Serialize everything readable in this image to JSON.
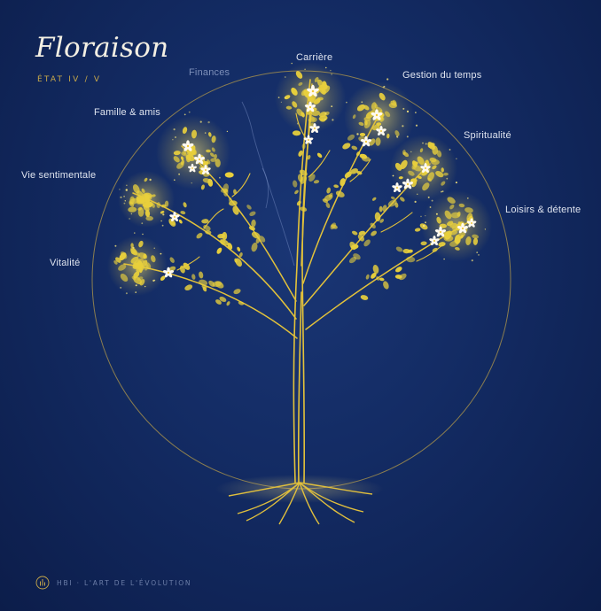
{
  "title": "Floraison",
  "state": "ÉTAT IV / V",
  "categories": {
    "carriere": "Carrière",
    "finances": "Finances",
    "gestion_temps": "Gestion du temps",
    "famille_amis": "Famille & amis",
    "spiritualite": "Spiritualité",
    "vie_sentimentale": "Vie sentimentale",
    "loisirs_detente": "Loisirs & détente",
    "vitalite": "Vitalité"
  },
  "footer": {
    "brand": "HBI · L'ART DE L'ÉVOLUTION",
    "icon": "hbi-logo-icon"
  },
  "colors": {
    "background": "#132b63",
    "branch": "#e3c23a",
    "leaf": "#e8cf3c",
    "flower": "#fffaf0",
    "circle": "#b39a4a",
    "state_label": "#c9a94a"
  }
}
